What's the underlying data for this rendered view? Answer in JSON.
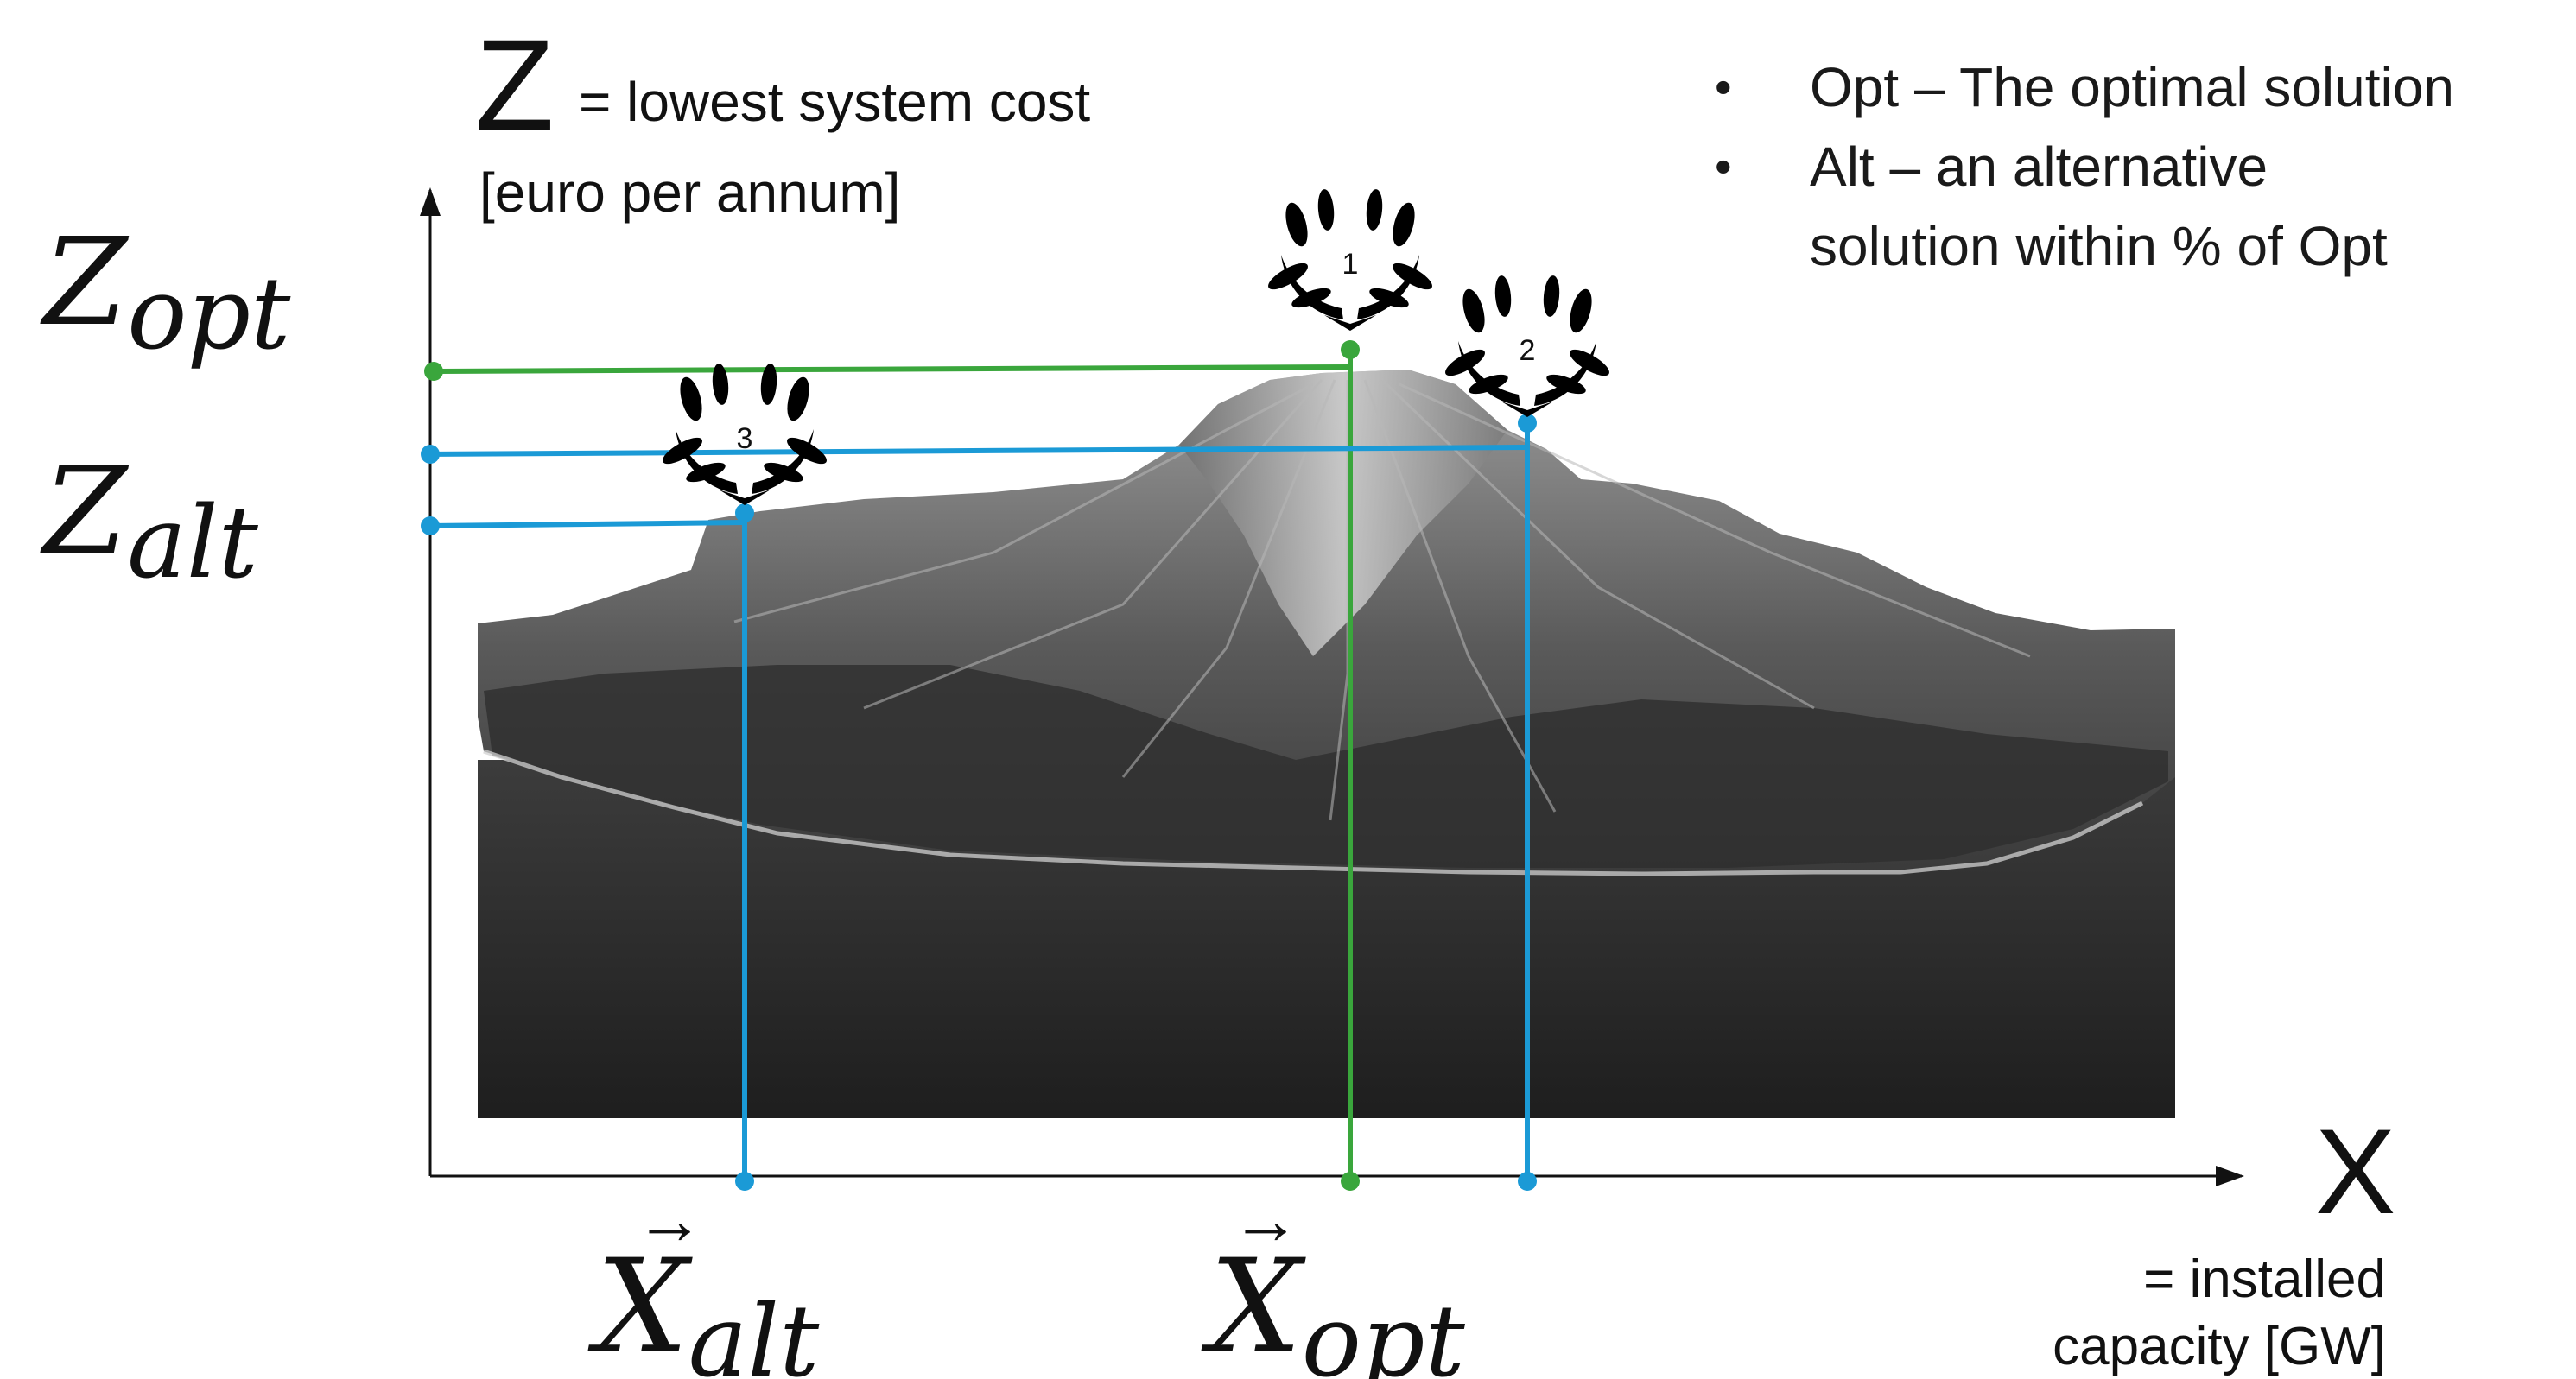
{
  "z_axis": {
    "symbol": "Z",
    "definition": "= lowest system cost",
    "unit": "[euro per annum]"
  },
  "x_axis": {
    "symbol": "X",
    "definition": "= installed",
    "unit": "capacity [GW]"
  },
  "z_levels": {
    "opt": {
      "base": "Z",
      "sub": "opt"
    },
    "alt": {
      "base": "Z",
      "sub": "alt"
    }
  },
  "x_points": {
    "alt": {
      "base": "X",
      "sub": "alt",
      "arrow": "→"
    },
    "opt": {
      "base": "X",
      "sub": "opt",
      "arrow": "→"
    }
  },
  "legend": {
    "items": [
      {
        "lines": [
          "Opt – The optimal solution"
        ]
      },
      {
        "lines": [
          "Alt – an alternative",
          "solution within % of Opt"
        ]
      }
    ]
  },
  "laurels": [
    {
      "rank": "1",
      "kind": "opt"
    },
    {
      "rank": "2",
      "kind": "alt"
    },
    {
      "rank": "3",
      "kind": "alt"
    }
  ],
  "colors": {
    "opt_line": "#3aa63c",
    "alt_line": "#1b9ad6",
    "axis": "#111111",
    "mountain_dark": "#242424",
    "mountain_light": "#d8d8d8"
  },
  "icons": [
    "laurel-wreath-icon",
    "arrow-right-icon",
    "arrow-up-icon"
  ]
}
